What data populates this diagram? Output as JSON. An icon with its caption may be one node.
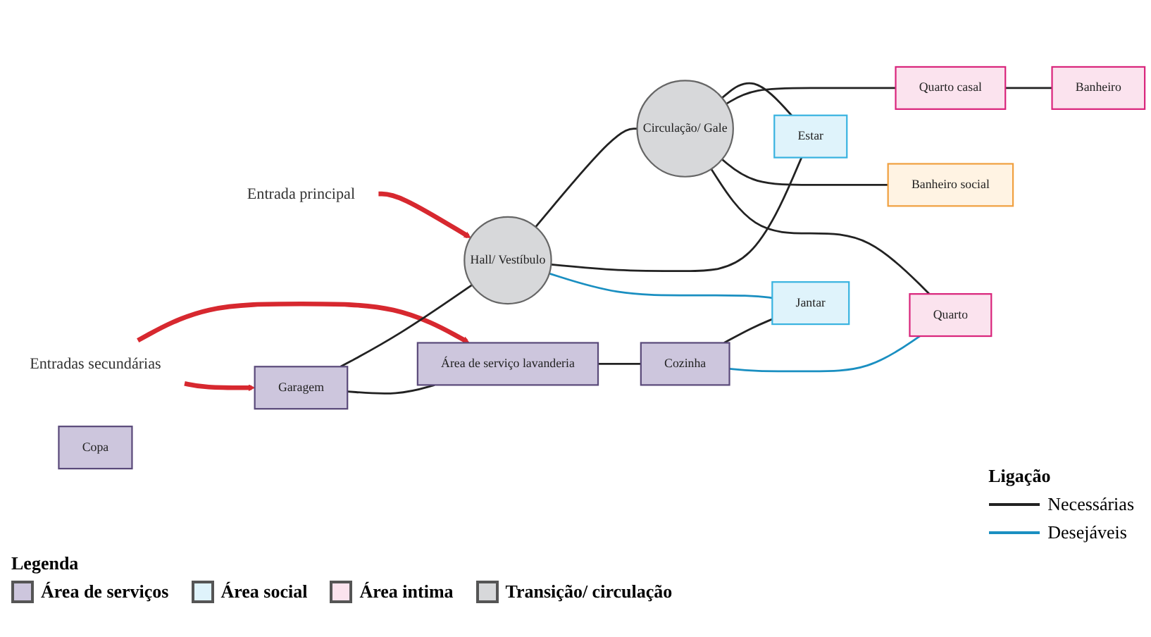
{
  "diagram": {
    "nodes": [
      {
        "text": [
          "Entradas secundárias"
        ]
      },
      {
        "text": [
          "Entrada principal"
        ]
      },
      {
        "text": [
          "Garagem"
        ]
      },
      {
        "text": [
          "Hall/ Vestíbulo"
        ]
      },
      {
        "text": [
          "Área de serviço lavanderia"
        ]
      },
      {
        "text": [
          "Circulação/ Gale"
        ]
      },
      {
        "text": [
          "Quarto casal"
        ]
      },
      {
        "text": [
          "Banheiro"
        ]
      },
      {
        "text": [
          "Banheiro social"
        ]
      },
      {
        "text": [
          "Copa"
        ]
      },
      {
        "text": [
          "Quarto"
        ]
      },
      {
        "text": [
          "Cozinha"
        ]
      },
      {
        "text": [
          "Jantar"
        ]
      },
      {
        "text": [
          "Estar"
        ]
      }
    ],
    "edges": [
      {
        "from": 0,
        "to": 4,
        "arrow": "to",
        "style": "thick",
        "color": "#d7282f"
      },
      {
        "from": 0,
        "to": 2,
        "arrow": "to",
        "style": "thick",
        "color": "#d7282f"
      },
      {
        "from": 1,
        "to": 3,
        "arrow": "to",
        "style": "thick",
        "color": "#d7282f"
      },
      {
        "from": 2,
        "to": 3,
        "arrow": "none"
      },
      {
        "from": 2,
        "to": 4,
        "arrow": "none"
      },
      {
        "from": 3,
        "to": 5,
        "arrow": "none"
      },
      {
        "from": 3,
        "to": 13,
        "arrow": "none"
      },
      {
        "from": 3,
        "to": 12,
        "arrow": "none",
        "color": "#1a8fc1"
      },
      {
        "from": 4,
        "to": 11,
        "arrow": "none"
      },
      {
        "from": 5,
        "to": 13,
        "arrow": "none"
      },
      {
        "from": 5,
        "to": 6,
        "arrow": "none"
      },
      {
        "from": 5,
        "to": 8,
        "arrow": "none"
      },
      {
        "from": 5,
        "to": 10,
        "arrow": "none"
      },
      {
        "from": 6,
        "to": 7,
        "arrow": "none"
      },
      {
        "from": 11,
        "to": 12,
        "arrow": "none"
      },
      {
        "from": 11,
        "to": 10,
        "arrow": "none",
        "color": "#1a8fc1"
      }
    ],
    "labels": [
      "Ligação",
      "Legenda"
    ],
    "legend": [
      {
        "text": "Necessárias"
      },
      {
        "text": "Desejáveis"
      },
      {
        "text": "Área de serviços",
        "color": "#cdc6dd"
      },
      {
        "text": "Área social",
        "color": "#dff3fb"
      },
      {
        "text": "Área intima",
        "color": "#fbe3ee"
      },
      {
        "text": "Transição/ circulação",
        "color": "#d7d8da"
      }
    ]
  }
}
